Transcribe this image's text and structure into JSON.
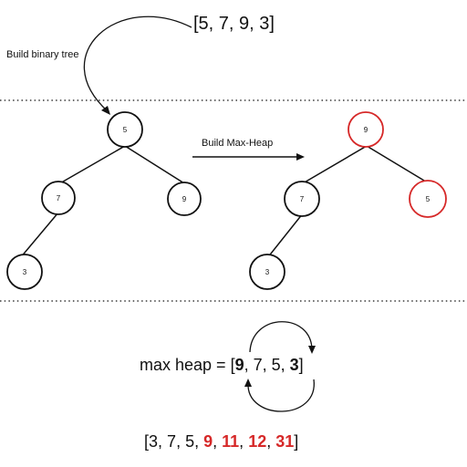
{
  "input_array": "[5, 7, 9, 3]",
  "build_tree_label": "Build binary tree",
  "build_heap_label": "Build Max-Heap",
  "colors": {
    "highlight": "#d62828",
    "stroke": "#111111"
  },
  "left_tree": {
    "nodes": [
      {
        "id": "root",
        "label": "5"
      },
      {
        "id": "left",
        "label": "7"
      },
      {
        "id": "right",
        "label": "9"
      },
      {
        "id": "leftleft",
        "label": "3"
      }
    ]
  },
  "right_tree": {
    "nodes": [
      {
        "id": "root",
        "label": "9",
        "highlight": true
      },
      {
        "id": "left",
        "label": "7"
      },
      {
        "id": "right",
        "label": "5",
        "highlight": true
      },
      {
        "id": "leftleft",
        "label": "3"
      }
    ]
  },
  "max_heap": {
    "prefix": "max heap = [",
    "first": "9",
    "middle": ", 7, 5, ",
    "last": "3",
    "suffix": "]"
  },
  "sorted": {
    "open": "[",
    "plain": [
      "3",
      "7",
      "5"
    ],
    "red": [
      "9",
      "11",
      "12",
      "31"
    ],
    "sep": ", ",
    "close": "]"
  }
}
